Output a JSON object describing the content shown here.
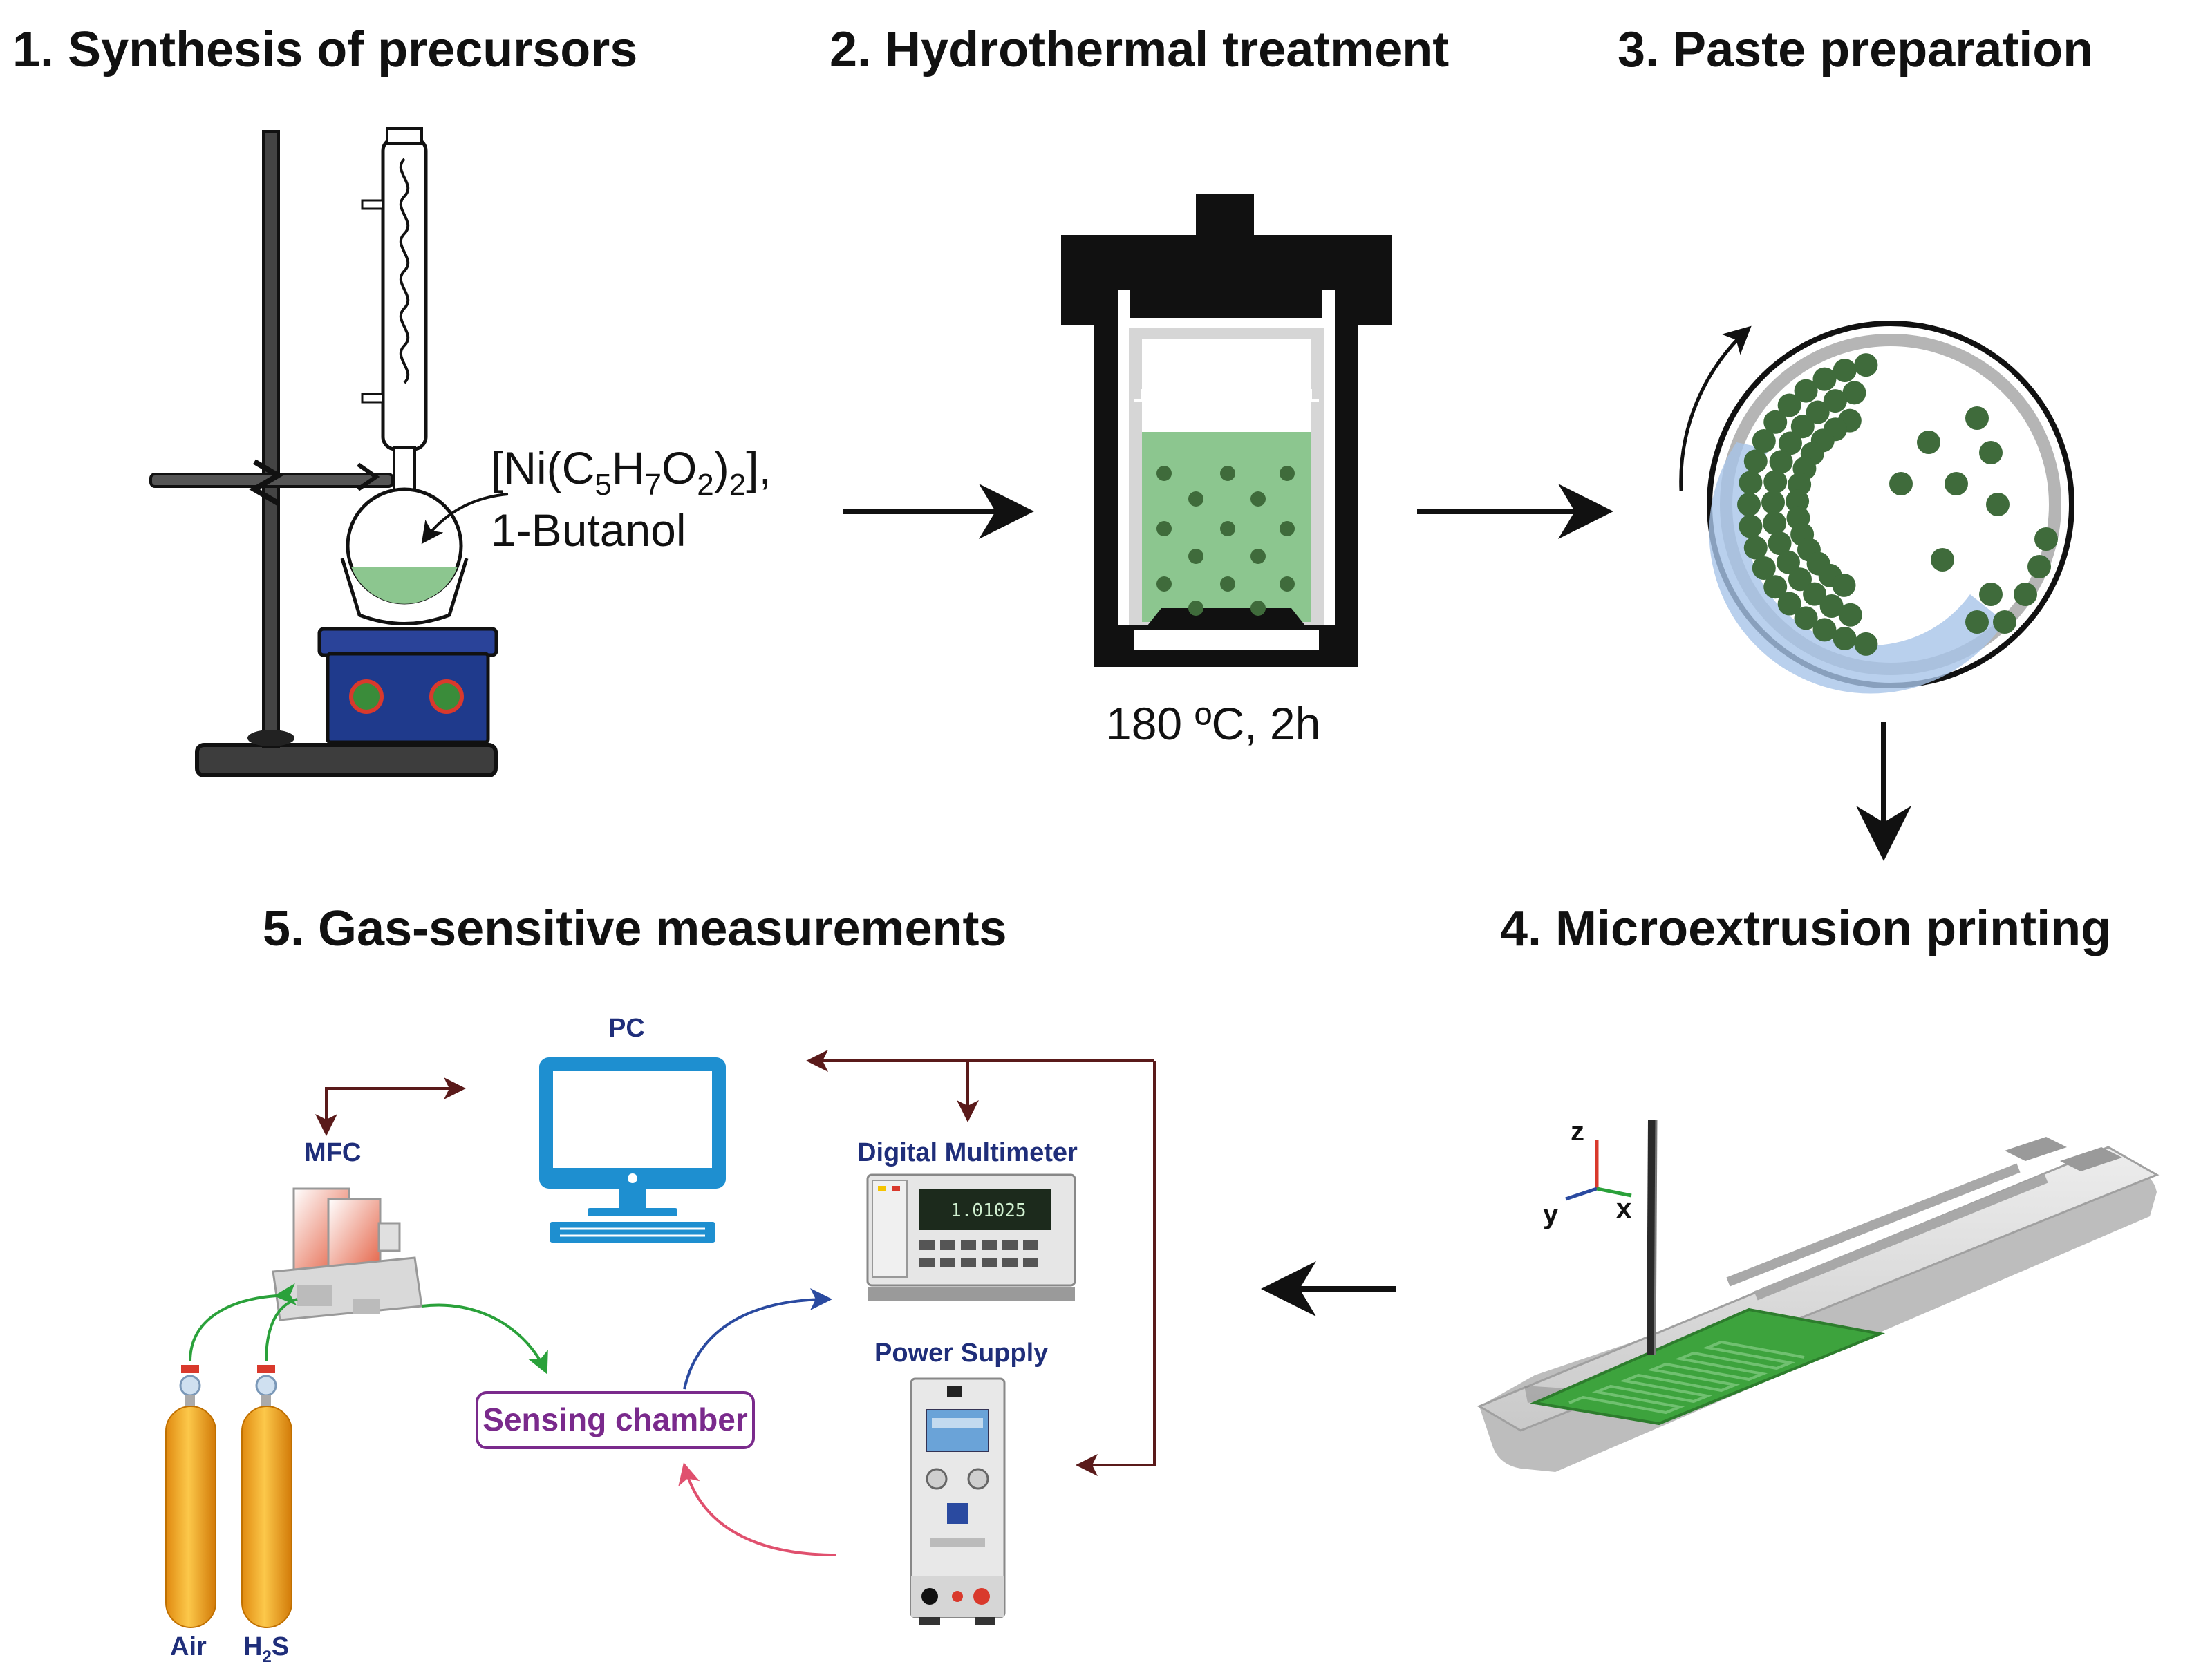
{
  "steps": {
    "s1": "1. Synthesis of precursors",
    "s2": "2. Hydrothermal treatment",
    "s3": "3. Paste preparation",
    "s4": "4. Microextrusion printing",
    "s5": "5. Gas-sensitive measurements"
  },
  "reagents": {
    "prefix": "[Ni(C",
    "s1": "5",
    "mid1": "H",
    "s2": "7",
    "mid2": "O",
    "s3": "2",
    "mid3": ")",
    "s4": "2",
    "suffix": "],",
    "line2": "1-Butanol"
  },
  "conditions": "180 ºC, 2h",
  "measurement": {
    "pc": "PC",
    "mfc": "MFC",
    "multimeter": "Digital Multimeter",
    "multimeter_display": "1.01025",
    "power_supply": "Power Supply",
    "sensing_chamber": "Sensing chamber",
    "air": "Air",
    "h2s_h": "H",
    "h2s_sub": "2",
    "h2s_s": "S"
  },
  "printing_axes": {
    "z": "z",
    "y": "y",
    "x": "x"
  },
  "colors": {
    "green_solution": "#8cc68f",
    "green_particle": "#3f6b3b",
    "hotplate": "#1f3a8c",
    "cylinder": "#f5a623",
    "arrow_dark": "#5a1a1a",
    "arrow_green": "#2aa13a",
    "arrow_blue": "#2a4aa0",
    "arrow_pink": "#e0506e",
    "chamber_text": "#7a2a8c",
    "pc_blue": "#1e8fd0"
  }
}
